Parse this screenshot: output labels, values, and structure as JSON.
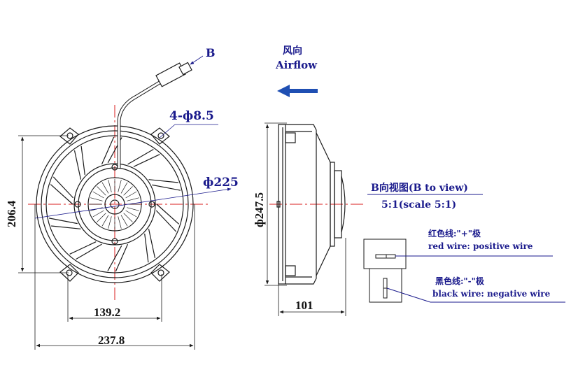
{
  "front_view": {
    "dim_width": "237.8",
    "dim_hole_spacing": "139.2",
    "dim_height": "206.4",
    "dim_diameter": "ф225",
    "hole_callout": "4-ф8.5",
    "connector_label": "B"
  },
  "side_view": {
    "dim_depth": "101",
    "dim_diameter": "ф247.5",
    "airflow_cn": "风向",
    "airflow_en": "Airflow"
  },
  "detail_view": {
    "title": "B向视图(B to view)",
    "scale": "5:1(scale 5:1)",
    "red_wire_cn": "红色线:\"+\"极",
    "red_wire_en": "red wire: positive wire",
    "black_wire_cn": "黑色线:\"-\"极",
    "black_wire_en": "black wire: negative wire"
  },
  "colors": {
    "drawing_line": "#1a1a1a",
    "center_line": "#d81e1e",
    "leader_line": "#1a1a8c",
    "airflow_arrow": "#1f4fb3"
  }
}
